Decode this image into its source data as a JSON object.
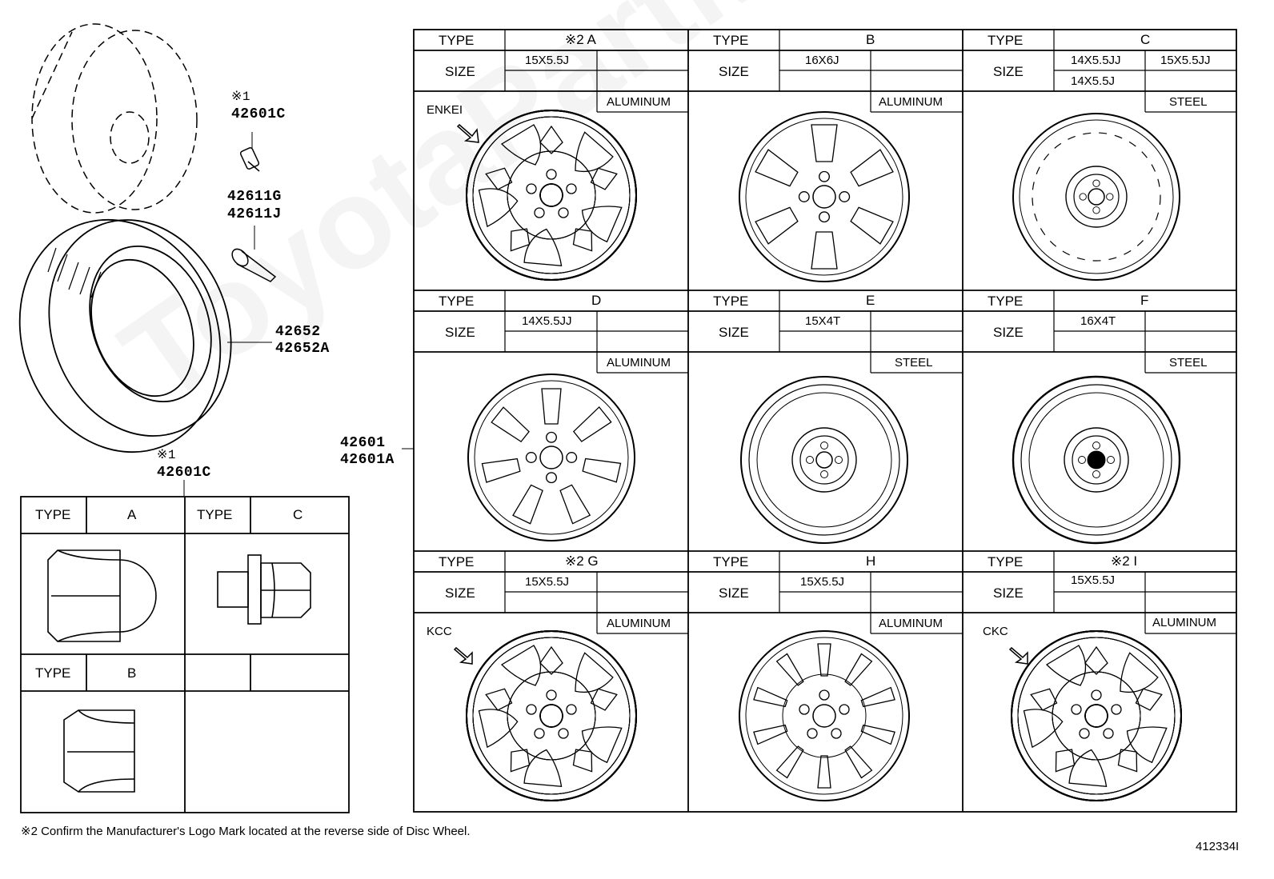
{
  "watermark": "ToyotaPartMaster",
  "parts": {
    "valve_mark": "※1",
    "valve_pn": "42601C",
    "stem_pn1": "42611G",
    "stem_pn2": "42611J",
    "tire_pn1": "42652",
    "tire_pn2": "42652A",
    "wheel_pn1": "42601",
    "wheel_pn2": "42601A",
    "nut_mark": "※1",
    "nut_pn": "42601C"
  },
  "labels": {
    "type": "TYPE",
    "size": "SIZE"
  },
  "wheels": [
    {
      "type": "※2 A",
      "size1": "15X5.5J",
      "size2": "",
      "material": "ALUMINUM",
      "maker": "ENKEI"
    },
    {
      "type": "B",
      "size1": "16X6J",
      "size2": "",
      "material": "ALUMINUM",
      "maker": ""
    },
    {
      "type": "C",
      "size1": "14X5.5JJ",
      "size2": "15X5.5JJ",
      "size3": "14X5.5J",
      "material": "STEEL",
      "maker": ""
    },
    {
      "type": "D",
      "size1": "14X5.5JJ",
      "material": "ALUMINUM",
      "maker": ""
    },
    {
      "type": "E",
      "size1": "15X4T",
      "material": "STEEL",
      "maker": ""
    },
    {
      "type": "F",
      "size1": "16X4T",
      "material": "STEEL",
      "maker": ""
    },
    {
      "type": "※2 G",
      "size1": "15X5.5J",
      "material": "ALUMINUM",
      "maker": "KCC"
    },
    {
      "type": "H",
      "size1": "15X5.5J",
      "material": "ALUMINUM",
      "maker": ""
    },
    {
      "type": "※2 I",
      "size1": "15X5.5J",
      "material": "ALUMINUM",
      "maker": "CKC"
    }
  ],
  "nuts": [
    {
      "type": "A"
    },
    {
      "type": "C"
    },
    {
      "type": "B"
    }
  ],
  "footnote": "※2 Confirm the Manufacturer's Logo Mark located at the reverse side of Disc Wheel.",
  "figure_id": "412334I"
}
